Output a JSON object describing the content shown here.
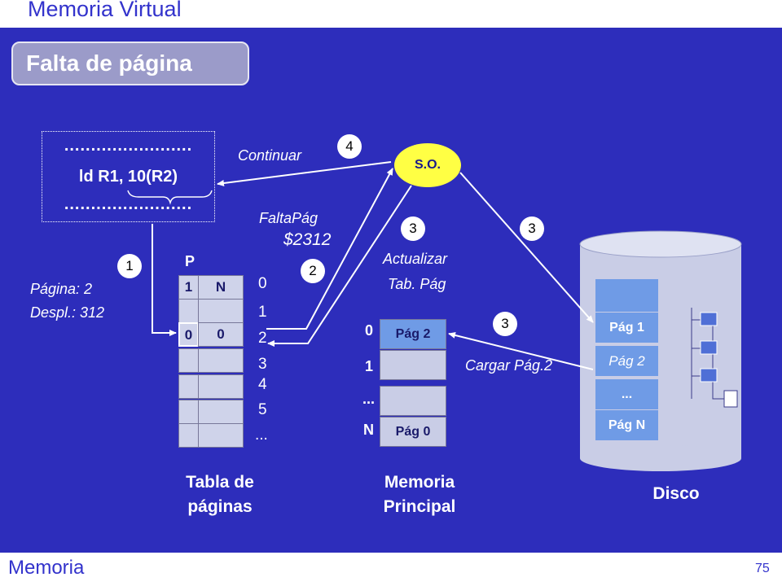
{
  "header": {
    "title": "Memoria Virtual"
  },
  "slide": {
    "subtitle": "Falta de página"
  },
  "footer": {
    "section": "Memoria",
    "page_number": "75"
  },
  "code": {
    "dots_top": "........................",
    "instruction": "ld R1, 10(R2)",
    "dots_bottom": "........................"
  },
  "labels": {
    "continuar": "Continuar",
    "faltapag": "FaltaPág",
    "address": "$2312",
    "actualizar_line1": "Actualizar",
    "actualizar_line2": "Tab. Pág",
    "cargar": "Cargar Pág.2",
    "pagina": "Página: 2",
    "despl": "Despl.: 312",
    "so": "S.O."
  },
  "steps": [
    "1",
    "2",
    "3",
    "3",
    "3",
    "4"
  ],
  "page_table": {
    "caption_line1": "Tabla de",
    "caption_line2": "páginas",
    "col_p": "P",
    "row0": {
      "p": "1",
      "frame": "N"
    },
    "row2": {
      "p": "0",
      "frame": "0"
    },
    "indices": [
      "0",
      "1",
      "2",
      "3",
      "4",
      "5",
      "..."
    ]
  },
  "main_memory": {
    "caption_line1": "Memoria",
    "caption_line2": "Principal",
    "frames": [
      "Pág 2",
      "",
      "",
      "Pág 0"
    ],
    "indices": [
      "0",
      "1",
      "...",
      "N"
    ]
  },
  "disk": {
    "caption": "Disco",
    "pages": [
      "",
      "Pág 1",
      "Pág 2",
      "...",
      "Pág N"
    ]
  },
  "colors": {
    "panel": "#2d2dbb",
    "accent_title": "#3333cc",
    "so_bubble": "#ffff44",
    "frame_blue": "#6f9be6"
  }
}
